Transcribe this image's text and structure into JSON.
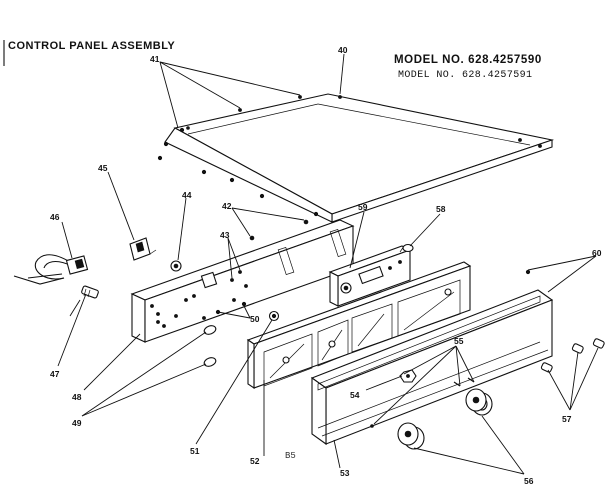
{
  "title": "CONTROL PANEL ASSEMBLY",
  "model_numbers": [
    "MODEL NO. 628.4257590",
    "MODEL NO. 628.4257591"
  ],
  "page_code": "B5",
  "callouts": [
    "40",
    "41",
    "42",
    "43",
    "44",
    "45",
    "46",
    "47",
    "48",
    "49",
    "50",
    "51",
    "52",
    "53",
    "54",
    "55",
    "56",
    "57",
    "58",
    "59",
    "60"
  ]
}
